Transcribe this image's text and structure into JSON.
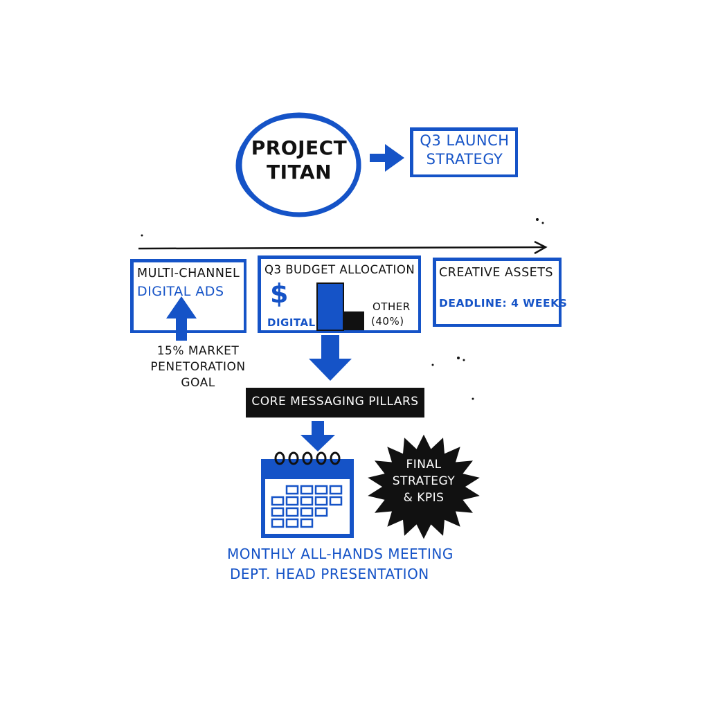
{
  "colors": {
    "ink_blue": "#1553c7",
    "ink_black": "#111111",
    "paper": "#ffffff"
  },
  "hub": {
    "line1": "PROJECT",
    "line2": "TITAN"
  },
  "strategy_box": {
    "line1": "Q3 LAUNCH",
    "line2": "STRATEGY"
  },
  "ads_box": {
    "line1": "MULTI-CHANNEL",
    "line2": "DIGITAL ADS"
  },
  "goal_note": {
    "line1": "15% MARKET",
    "line2": "PENETORATION",
    "line3": "GOAL"
  },
  "budget_box": {
    "title": "Q3 BUDGET ALLOCATION",
    "currency_symbol": "$",
    "digital_label": "DIGITAL",
    "other_label": "OTHER",
    "other_pct": "(40%)",
    "digital_share": 0.6,
    "other_share": 0.4
  },
  "creative_box": {
    "title": "CREATIVE ASSETS",
    "deadline": "DEADLINE: 4 WEEKS"
  },
  "pillars_banner": {
    "label": "CORE MESSAGING PILLARS"
  },
  "meeting": {
    "line1": "MONTHLY ALL-HANDS MEETING",
    "line2": "DEPT. HEAD PRESENTATION"
  },
  "starburst": {
    "line1": "FINAL",
    "line2": "STRATEGY",
    "line3": "& KPIS"
  },
  "icons": {
    "calendar": "calendar-icon",
    "dollar": "dollar-icon",
    "timeline": "timeline-arrow-icon"
  }
}
